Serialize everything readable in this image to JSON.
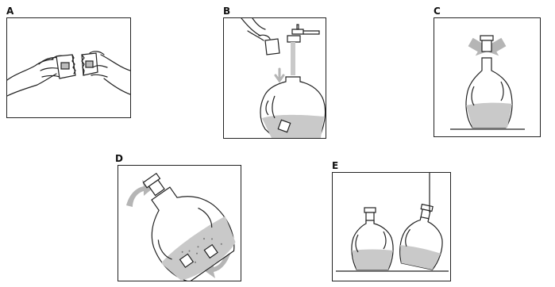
{
  "steps": [
    {
      "id": "A",
      "label": "A"
    },
    {
      "id": "B",
      "label": "B"
    },
    {
      "id": "C",
      "label": "C"
    },
    {
      "id": "D",
      "label": "D"
    },
    {
      "id": "E",
      "label": "E"
    }
  ],
  "colors": {
    "line": "#222222",
    "water": "#c9c9c9",
    "arrow": "#b5b5b5"
  }
}
